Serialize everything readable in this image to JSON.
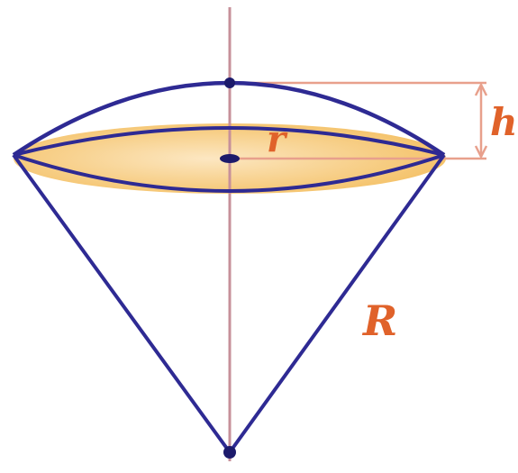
{
  "labels": {
    "r": "r",
    "h": "h",
    "R": "R"
  },
  "colors": {
    "outline": "#2e2a93",
    "axis": "#c7909a",
    "dimension": "#e8a08c",
    "label": "#e0622a",
    "fill_edge": "#f4c064",
    "fill_center": "#fce7c2",
    "point": "#1c1a6b"
  }
}
